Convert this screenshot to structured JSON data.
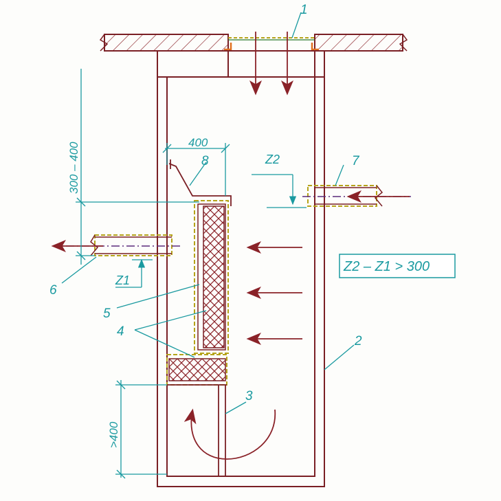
{
  "labels": {
    "callouts": [
      "1",
      "2",
      "3",
      "4",
      "5",
      "6",
      "7",
      "8"
    ],
    "dimensions": {
      "gap": "300 – 400",
      "width": "400",
      "bottom": ">400"
    },
    "levels": {
      "z1": "Z1",
      "z2": "Z2"
    },
    "formula": "Z2 – Z1 > 300"
  },
  "colors": {
    "structure": "#7a1f24",
    "annotation": "#1a9aa0",
    "insulation": "#b5a31a",
    "hatch": "#8a2228",
    "axis": "#5a2a7a",
    "marker": "#e07020"
  }
}
